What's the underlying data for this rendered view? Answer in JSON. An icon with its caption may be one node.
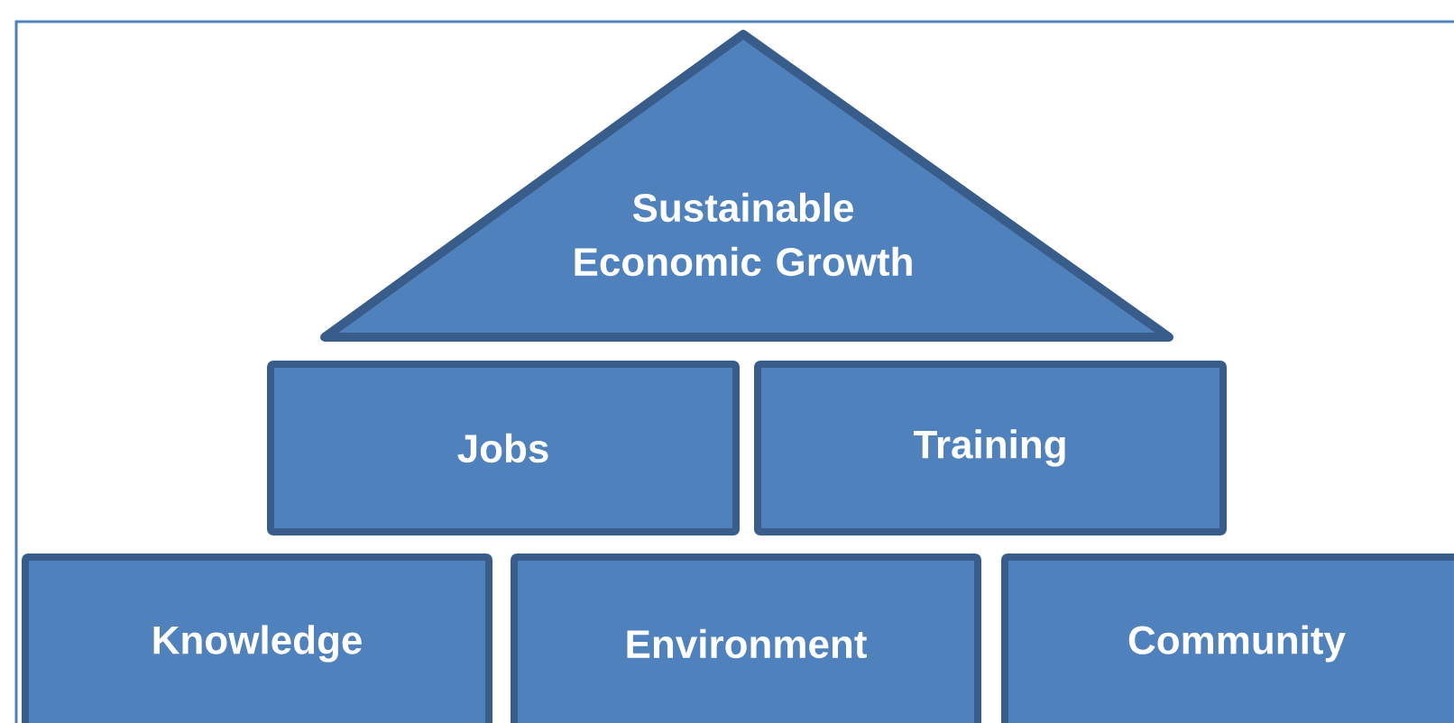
{
  "diagram": {
    "nodes": [
      {
        "text": [
          "Sustainable Economic Growth"
        ]
      },
      {
        "text": [
          "Jobs"
        ]
      },
      {
        "text": [
          "Training"
        ]
      },
      {
        "text": [
          "Knowledge"
        ]
      },
      {
        "text": [
          "Environment"
        ]
      },
      {
        "text": [
          "Community"
        ]
      }
    ]
  }
}
